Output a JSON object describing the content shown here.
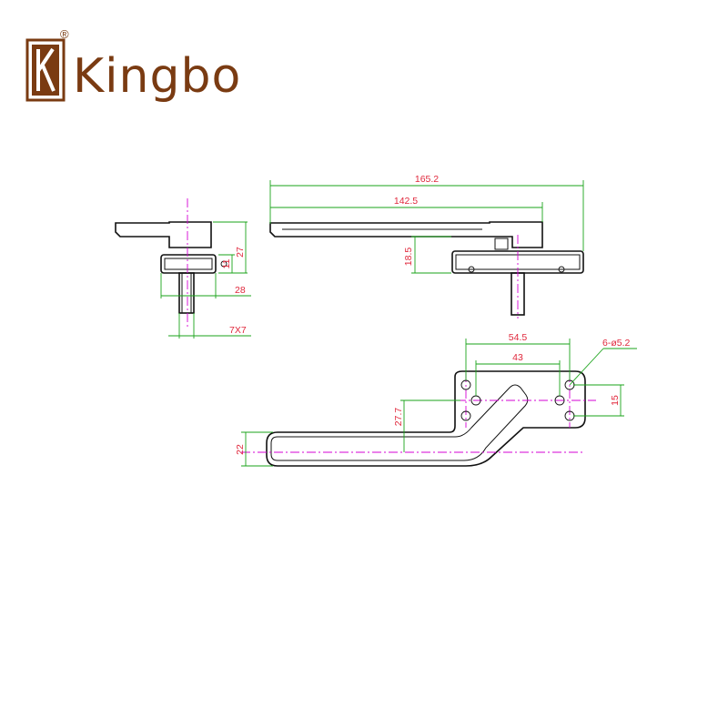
{
  "brand": {
    "name": "Kingbo",
    "registered": "®",
    "color": "#7a3b12"
  },
  "dimensions": {
    "overall_length": "165.2",
    "lever_length": "142.5",
    "side_height": "27",
    "base_thickness": "11",
    "base_width": "28",
    "spindle": "7X7",
    "offset_height": "18.5",
    "hole_spacing_outer": "54.5",
    "hole_spacing_inner": "43",
    "holes": "6-ø5.2",
    "hole_vertical": "15",
    "bend_height": "27.7",
    "grip_width": "22"
  },
  "colors": {
    "outline": "#111111",
    "dimension_line": "#1aa31a",
    "center_line": "#d400d4",
    "dimension_text": "#e0283c"
  }
}
